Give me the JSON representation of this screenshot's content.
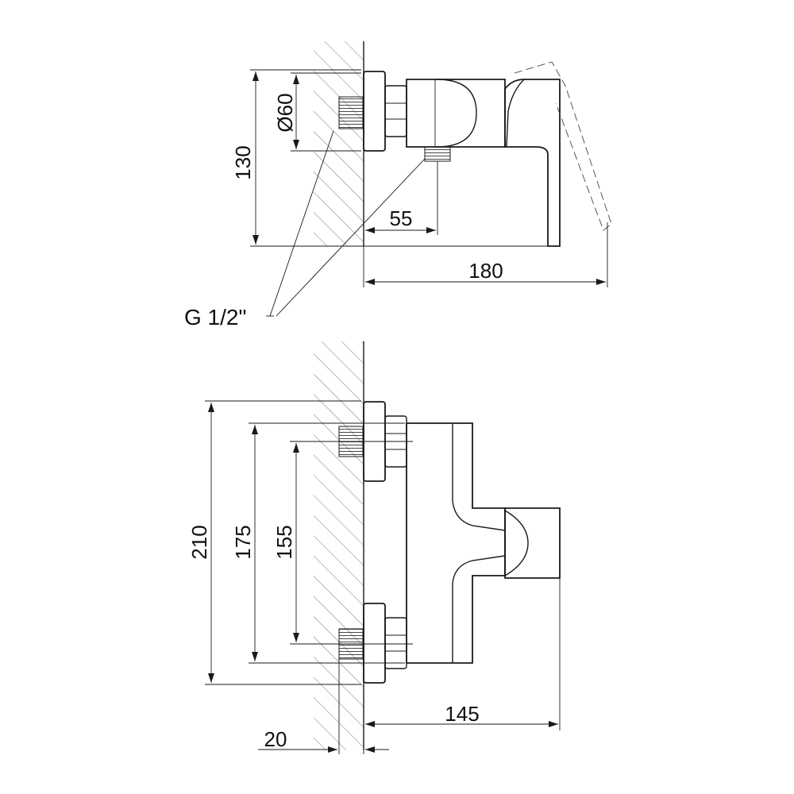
{
  "top_view": {
    "dim_height": "130",
    "dim_diameter": "Ø60",
    "dim_outlet_offset": "55",
    "dim_depth": "180",
    "thread_label": "G 1/2\""
  },
  "front_view": {
    "dim_total_height": "210",
    "dim_height_mid": "175",
    "dim_inlet_spacing": "155",
    "dim_depth": "145",
    "dim_thread_length": "20"
  }
}
